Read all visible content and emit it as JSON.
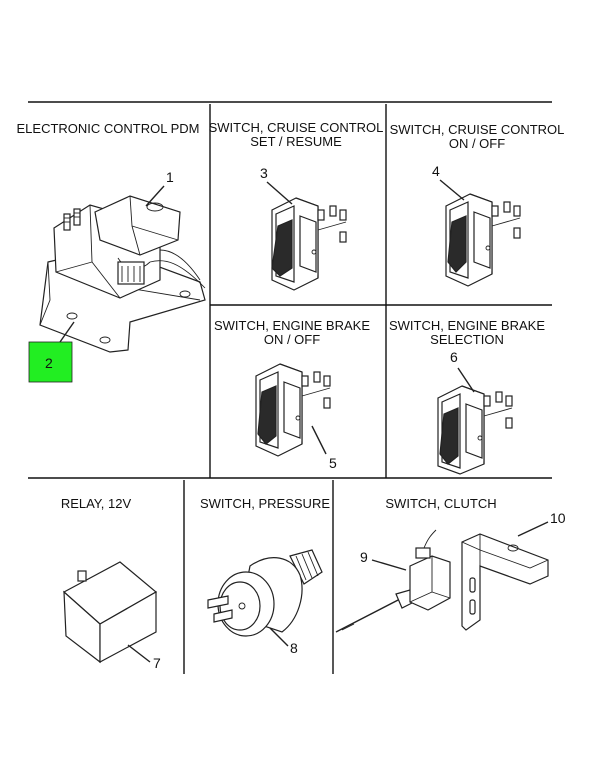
{
  "panels": [
    {
      "title_lines": [
        "ELECTRONIC CONTROL PDM"
      ],
      "items": [
        "1",
        "2"
      ]
    },
    {
      "title_lines": [
        "SWITCH, CRUISE CONTROL",
        "SET / RESUME"
      ],
      "items": [
        "3"
      ]
    },
    {
      "title_lines": [
        "SWITCH, CRUISE CONTROL",
        "ON / OFF"
      ],
      "items": [
        "4"
      ]
    },
    {
      "title_lines": [
        "SWITCH, ENGINE BRAKE",
        "ON / OFF"
      ],
      "items": [
        "5"
      ]
    },
    {
      "title_lines": [
        "SWITCH, ENGINE BRAKE",
        "SELECTION"
      ],
      "items": [
        "6"
      ]
    },
    {
      "title_lines": [
        "RELAY, 12V"
      ],
      "items": [
        "7"
      ]
    },
    {
      "title_lines": [
        "SWITCH, PRESSURE"
      ],
      "items": [
        "8"
      ]
    },
    {
      "title_lines": [
        "SWITCH, CLUTCH"
      ],
      "items": [
        "9",
        "10"
      ]
    }
  ],
  "highlight": {
    "item": "2",
    "color": "#22ee22"
  }
}
